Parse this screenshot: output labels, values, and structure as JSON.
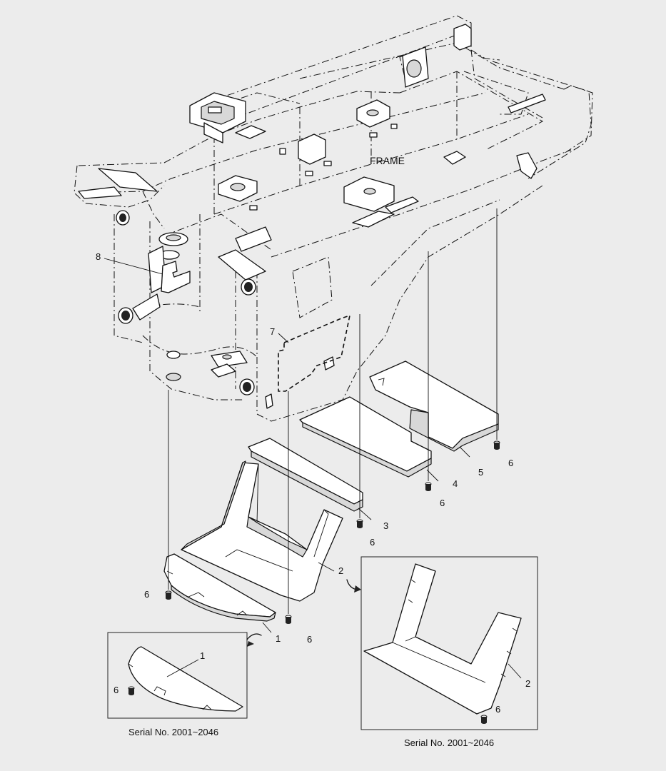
{
  "frame_label": "FRAME",
  "callouts": {
    "c1": "1",
    "c1b": "1",
    "c2": "2",
    "c2b": "2",
    "c3": "3",
    "c4": "4",
    "c5": "5",
    "c6a": "6",
    "c6b": "6",
    "c6c": "6",
    "c6d": "6",
    "c6e": "6",
    "c6f": "6",
    "c6g": "6",
    "c7": "7",
    "c8": "8"
  },
  "insets": {
    "left_caption": "Serial No. 2001~2046",
    "right_caption": "Serial No. 2001~2046"
  }
}
